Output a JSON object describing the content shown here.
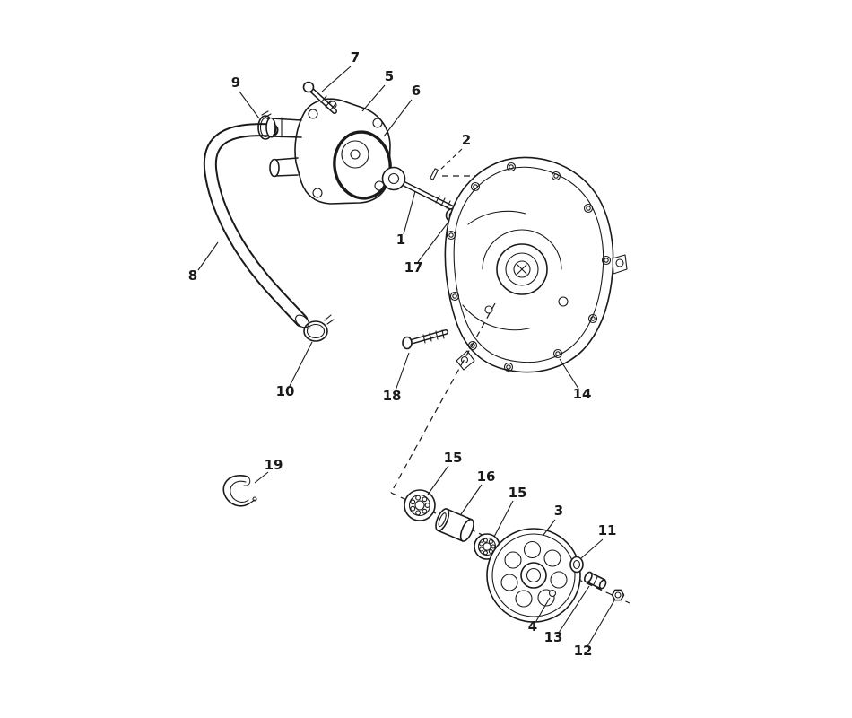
{
  "colors": {
    "ink": "#1a1a1a",
    "background": "#ffffff"
  },
  "callouts": [
    {
      "text": "7"
    },
    {
      "text": "9"
    },
    {
      "text": "5"
    },
    {
      "text": "6"
    },
    {
      "text": "2"
    },
    {
      "text": "1"
    },
    {
      "text": "17"
    },
    {
      "text": "8"
    },
    {
      "text": "10"
    },
    {
      "text": "18"
    },
    {
      "text": "14"
    },
    {
      "text": "19"
    },
    {
      "text": "15"
    },
    {
      "text": "16"
    },
    {
      "text": "15"
    },
    {
      "text": "3"
    },
    {
      "text": "11"
    },
    {
      "text": "4"
    },
    {
      "text": "13"
    },
    {
      "text": "12"
    }
  ]
}
